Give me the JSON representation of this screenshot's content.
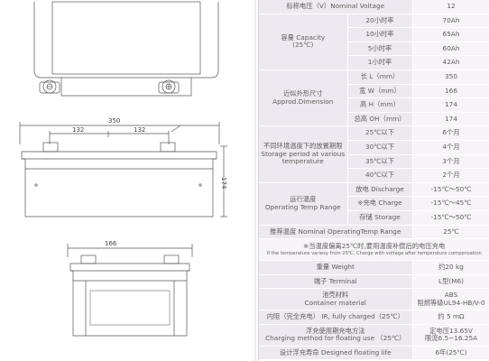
{
  "drawing": {
    "dimensions": {
      "length_overall": "350",
      "terminal_spacing_left": "132",
      "terminal_spacing_right": "132",
      "height": "174",
      "width": "166"
    }
  },
  "spec_table": {
    "nominal_voltage": {
      "label": "标称电压（V）Nominal Voltage",
      "value": "12"
    },
    "capacity": {
      "label_cn": "容量 Capacity",
      "label_temp": "(25℃)",
      "rows": [
        {
          "rate": "20小时率",
          "value": "70Ah"
        },
        {
          "rate": "10小时率",
          "value": "65Ah"
        },
        {
          "rate": "5小时率",
          "value": "60Ah"
        },
        {
          "rate": "1小时率",
          "value": "42Ah"
        }
      ]
    },
    "dimension": {
      "label_cn": "近似外形尺寸",
      "label_en": "Approd.Dimension",
      "rows": [
        {
          "name": "长 L（mm）",
          "value": "350"
        },
        {
          "name": "宽 W（mm）",
          "value": "166"
        },
        {
          "name": "高 H（mm）",
          "value": "174"
        },
        {
          "name": "总高 OH（mm）",
          "value": "174"
        }
      ]
    },
    "storage": {
      "label_cn": "不同环境温度下的放置期限",
      "label_en": "Storage period at various temperature",
      "rows": [
        {
          "temp": "25℃以下",
          "value": "6个月"
        },
        {
          "temp": "30℃以下",
          "value": "4个月"
        },
        {
          "temp": "35℃以下",
          "value": "3个月"
        },
        {
          "temp": "40℃以下",
          "value": "2个月"
        }
      ]
    },
    "operating": {
      "label_cn": "运行温度",
      "label_en": "Operating Temp Range",
      "rows": [
        {
          "mode": "放电 Discharge",
          "value": "-15℃～50℃"
        },
        {
          "mode": "※充电 Charge",
          "value": "-15℃～45℃"
        },
        {
          "mode": "存储 Storage",
          "value": "-15℃～50℃"
        }
      ]
    },
    "recommended_temp": {
      "label": "推荐温度 Nominal OperatingTemp Range",
      "value": "25℃"
    },
    "note": {
      "cn": "※当温度偏离25℃时,要用温度补偿后的电压充电",
      "en": "If the temperature variesy from 25℃, Charge with voltage after temperature compensation"
    },
    "weight": {
      "label": "重量 Weight",
      "value": "约20 kg"
    },
    "terminal": {
      "label": "端子 Terminal",
      "value": "L型(M6)"
    },
    "container": {
      "label_cn": "池壳材料",
      "label_en": "Container material",
      "value_line1": "ABS",
      "value_line2": "阻燃等级UL94-HB/V-0"
    },
    "internal_resistance": {
      "label": "内阻（完全充电） IR, fully charged（25℃）",
      "value": "约 5 mΩ"
    },
    "float_charge": {
      "label_cn": "浮充使用期充电方法",
      "label_en": "Charging method for floating use （25℃）",
      "value_line1": "定电压13.65V",
      "value_line2": "限流6.5~16.25A"
    },
    "design_life": {
      "label": "设计浮充寿命 Designed floating life",
      "value": "6年(25℃)"
    }
  }
}
